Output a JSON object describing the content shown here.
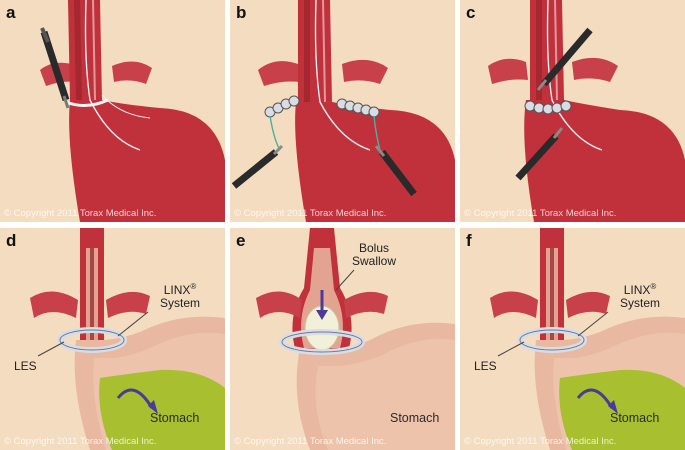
{
  "panels": {
    "a": {
      "label": "a",
      "copyright": "© Copyright 2011 Torax Medical Inc."
    },
    "b": {
      "label": "b",
      "copyright": "© Copyright 2011 Torax Medical Inc."
    },
    "c": {
      "label": "c",
      "copyright": "© Copyright 2011 Torax Medical Inc."
    },
    "d": {
      "label": "d",
      "copyright": "© Copyright 2011 Torax Medical Inc.",
      "linx": "LINX",
      "linx_mark": "®",
      "system": "System",
      "les": "LES",
      "stomach": "Stomach"
    },
    "e": {
      "label": "e",
      "copyright": "© Copyright 2011 Torax Medical Inc.",
      "bolus": "Bolus",
      "swallow": "Swallow",
      "stomach": "Stomach"
    },
    "f": {
      "label": "f",
      "copyright": "© Copyright 2011 Torax Medical Inc.",
      "linx": "LINX",
      "linx_mark": "®",
      "system": "System",
      "les": "LES",
      "stomach": "Stomach"
    }
  },
  "colors": {
    "background": "#f4dcc0",
    "esophagus": "#c0313b",
    "esophagus_dark": "#8e1f28",
    "diaphragm": "#c8404a",
    "stomach_wall": "#e8b8a0",
    "stomach_content": "#a8c030",
    "ring": "#d8dde4",
    "arrow": "#4a3a9a"
  },
  "icons": [
    "laparoscopic-tool-icon",
    "magnetic-bead-ring-icon",
    "flow-arrow-icon"
  ]
}
